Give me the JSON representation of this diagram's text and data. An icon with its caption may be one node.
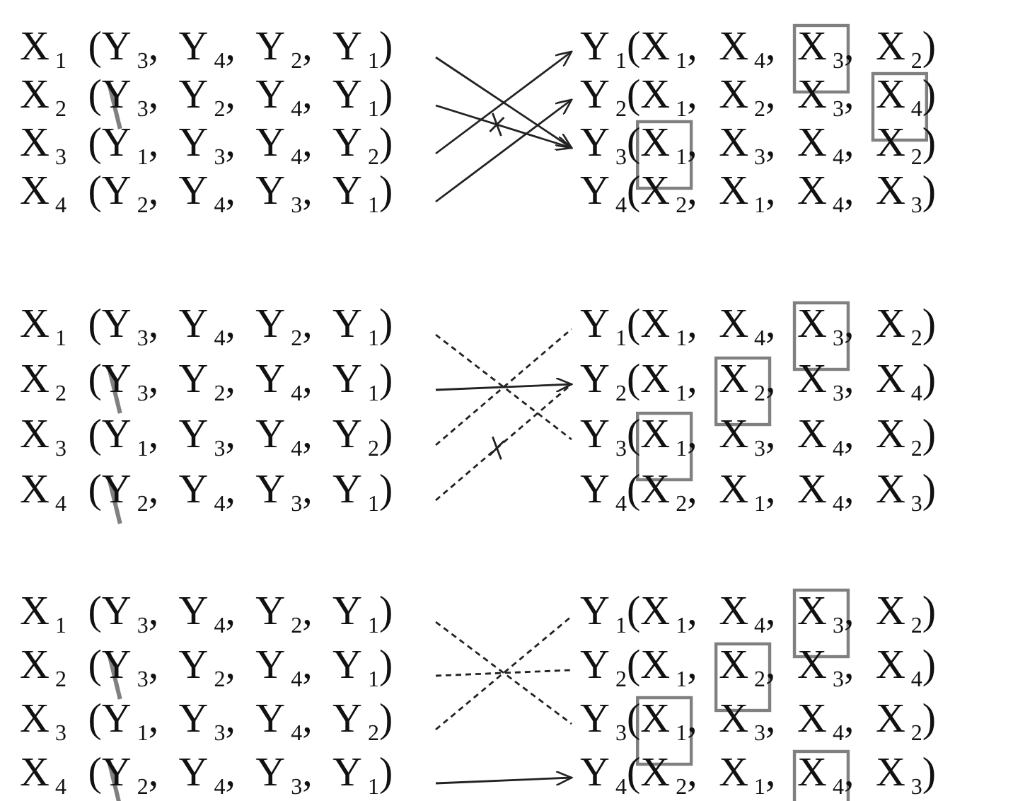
{
  "diagram": {
    "nodes": [
      {
        "text": [
          "X$_{1}$ (Y$_{3}$, Y$_{4}$, Y$_{2}$, Y$_{1}$)"
        ]
      },
      {
        "text": [
          "Y$_{1}$(X$_{1}$, X$_{4}$, X$_{3}$, X$_{2}$)"
        ]
      },
      {
        "text": [
          "X$_{2}$ (Y$_{3}$, Y$_{2}$, Y$_{4}$, Y$_{1}$)"
        ]
      },
      {
        "text": [
          "Y$_{2}$(X$_{1}$, X$_{2}$, X$_{3}$, X$_{4}$)"
        ]
      },
      {
        "text": [
          "X$_{3}$ (Y$_{1}$, Y$_{3}$, Y$_{4}$, Y$_{2}$)"
        ]
      },
      {
        "text": [
          "Y$_{3}$(X$_{1}$, X$_{3}$, X$_{4}$, X$_{2}$)"
        ]
      },
      {
        "text": [
          "X$_{4}$ (Y$_{2}$, Y$_{4}$, Y$_{3}$, Y$_{1}$)"
        ]
      },
      {
        "text": [
          "Y$_{4}$(X$_{2}$, X$_{1}$, X$_{4}$, X$_{3}$)"
        ]
      },
      {
        "text": [
          "X$_{1}$ (Y$_{3}$, Y$_{4}$, Y$_{2}$, Y$_{1}$)"
        ]
      },
      {
        "text": [
          "Y$_{1}$(X$_{1}$, X$_{4}$, X$_{3}$, X$_{2}$)"
        ]
      },
      {
        "text": [
          "X$_{2}$ (Y$_{3}$, Y$_{2}$, Y$_{4}$, Y$_{1}$)"
        ]
      },
      {
        "text": [
          "Y$_{2}$(X$_{1}$, X$_{2}$, X$_{3}$, X$_{4}$)"
        ]
      },
      {
        "text": [
          "X$_{3}$ (Y$_{1}$, Y$_{3}$, Y$_{4}$, Y$_{2}$)"
        ]
      },
      {
        "text": [
          "Y$_{3}$(X$_{1}$, X$_{3}$, X$_{4}$, X$_{2}$)"
        ]
      },
      {
        "text": [
          "X$_{4}$ (Y$_{2}$, Y$_{4}$, Y$_{3}$, Y$_{1}$)"
        ]
      },
      {
        "text": [
          "Y$_{4}$(X$_{2}$, X$_{1}$, X$_{4}$, X$_{3}$)"
        ]
      },
      {
        "text": [
          "X$_{1}$ (Y$_{3}$, Y$_{4}$, Y$_{2}$, Y$_{1}$)"
        ]
      },
      {
        "text": [
          "Y$_{1}$(X$_{1}$, X$_{4}$, X$_{3}$, X$_{2}$)"
        ]
      },
      {
        "text": [
          "X$_{2}$ (Y$_{3}$, Y$_{2}$, Y$_{4}$, Y$_{1}$)"
        ]
      },
      {
        "text": [
          "Y$_{2}$(X$_{1}$, X$_{2}$, X$_{3}$, X$_{4}$)"
        ]
      },
      {
        "text": [
          "X$_{3}$ (Y$_{1}$, Y$_{3}$, Y$_{4}$, Y$_{2}$)"
        ]
      },
      {
        "text": [
          "Y$_{3}$(X$_{1}$, X$_{3}$, X$_{4}$, X$_{2}$)"
        ]
      },
      {
        "text": [
          "X$_{4}$ (Y$_{2}$, Y$_{4}$, Y$_{3}$, Y$_{1}$)"
        ]
      },
      {
        "text": [
          "Y$_{4}$(X$_{2}$, X$_{1}$, X$_{4}$, X$_{3}$)"
        ]
      }
    ],
    "edges": [
      {
        "from": 0,
        "to": 5,
        "arrow": "to"
      },
      {
        "from": 2,
        "to": 5,
        "arrow": "to"
      },
      {
        "from": 4,
        "to": 1,
        "arrow": "to"
      },
      {
        "from": 6,
        "to": 3,
        "arrow": "to"
      },
      {
        "from": 8,
        "to": 13,
        "arrow": "none",
        "style": "dashed"
      },
      {
        "from": 10,
        "to": 11,
        "arrow": "to"
      },
      {
        "from": 12,
        "to": 9,
        "arrow": "none",
        "style": "dashed"
      },
      {
        "from": 14,
        "to": 11,
        "arrow": "none",
        "style": "dashed"
      },
      {
        "from": 16,
        "to": 21,
        "arrow": "none",
        "style": "dashed"
      },
      {
        "from": 18,
        "to": 19,
        "arrow": "none",
        "style": "dashed"
      },
      {
        "from": 20,
        "to": 17,
        "arrow": "none",
        "style": "dashed"
      },
      {
        "from": 22,
        "to": 23,
        "arrow": "to"
      }
    ]
  }
}
